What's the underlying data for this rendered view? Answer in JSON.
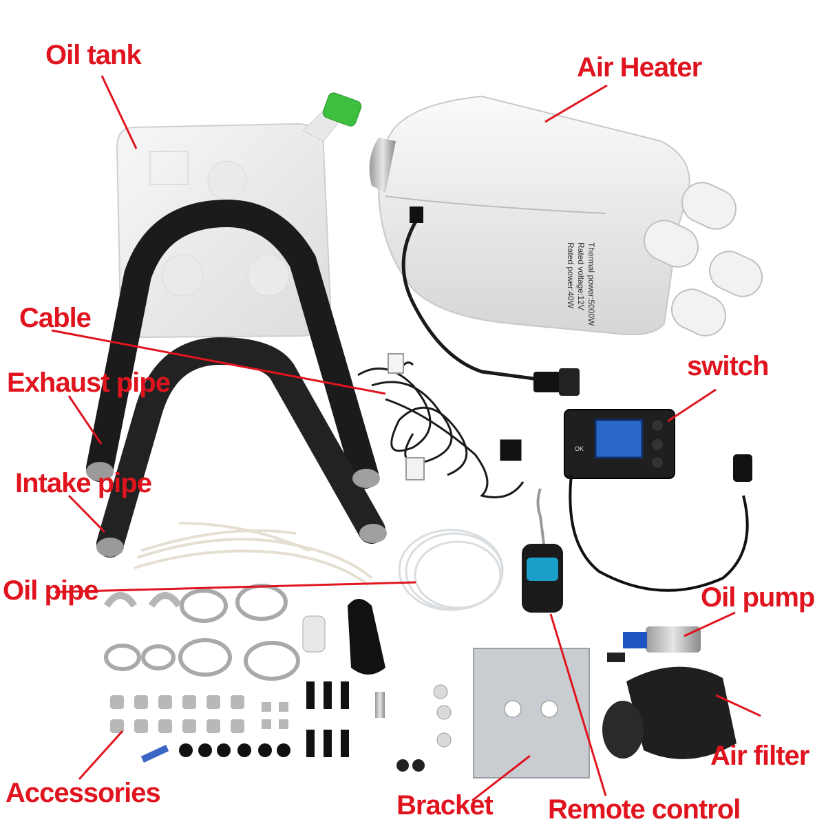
{
  "colors": {
    "label": "#e0141e",
    "leader": "#e0141e"
  },
  "labels": {
    "oil_tank": "Oil tank",
    "air_heater": "Air Heater",
    "cable": "Cable",
    "exhaust_pipe": "Exhaust pipe",
    "intake_pipe": "Intake pipe",
    "switch": "switch",
    "oil_pipe": "Oil pipe",
    "oil_pump": "Oil pump",
    "air_filter": "Air filter",
    "accessories": "Accessories",
    "bracket": "Bracket",
    "remote_control": "Remote control"
  },
  "heater_plate": {
    "line1": "Thermal power:5000W",
    "line2": "Rated voltage:12V",
    "line3": "Rated power:40W"
  },
  "switch_panel": {
    "ok": "OK"
  }
}
